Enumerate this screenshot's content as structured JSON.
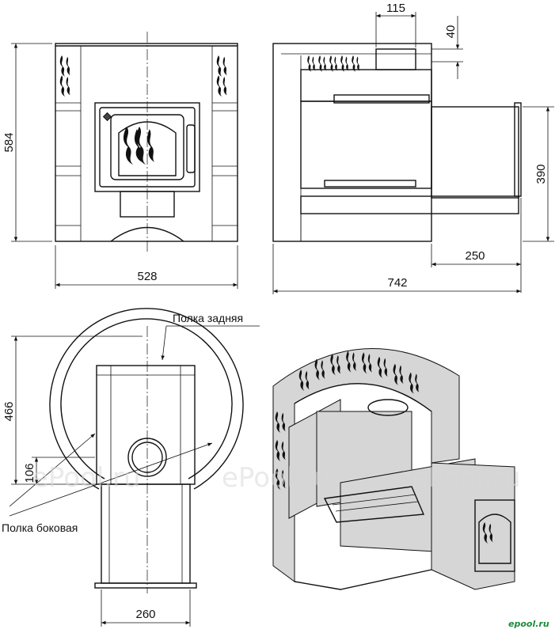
{
  "dimensions": {
    "front_height": "584",
    "front_width": "528",
    "side_pipe_width": "115",
    "side_top_offset": "40",
    "side_tunnel_height": "390",
    "side_tunnel_length": "250",
    "side_total_length": "742",
    "top_depth": "466",
    "top_shelf_height": "106",
    "top_tunnel_width": "260"
  },
  "labels": {
    "shelf_rear": "Полка задняя",
    "shelf_side": "Полка боковая"
  },
  "watermarks": [
    "ePool.ru",
    "ePool.ru",
    "ePool.ru"
  ],
  "brand": "epool.ru"
}
